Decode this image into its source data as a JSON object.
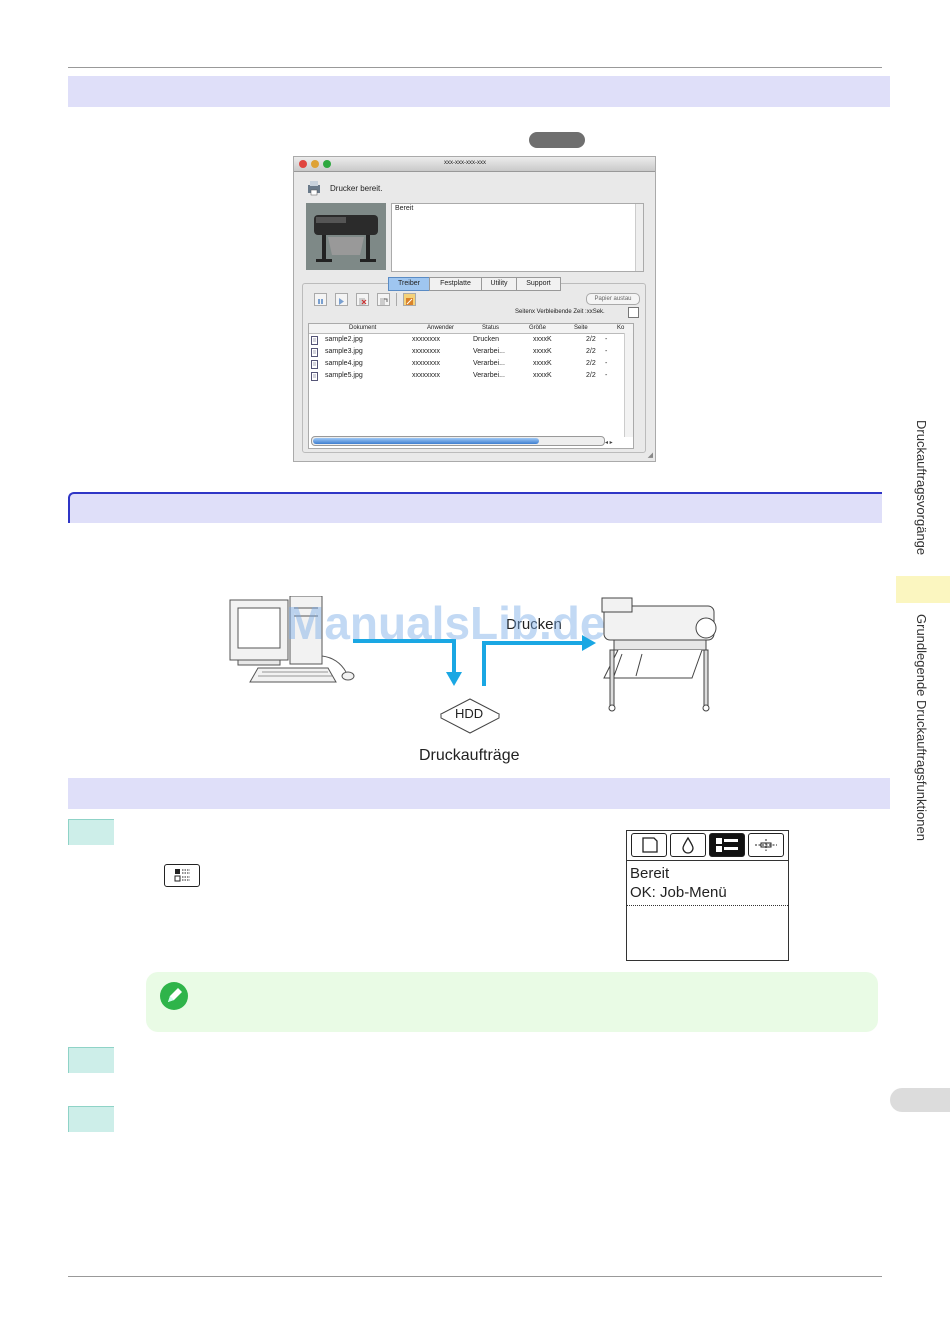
{
  "dialog": {
    "window_title": "xxx-xxx-xxx-xxx",
    "status": "Drucker bereit.",
    "message": "Bereit",
    "tabs": [
      "Treiber",
      "Festplatte",
      "Utility",
      "Support"
    ],
    "paper_button": "Papier austau",
    "remaining": "Seitenx Verbleibende Zeit :xxSek.",
    "columns": [
      "Dokument",
      "Anwender",
      "Status",
      "Größe",
      "Seite",
      "Ko"
    ],
    "rows": [
      [
        "sample2.jpg",
        "xxxxxxxx",
        "Drucken",
        "xxxxK",
        "2/2",
        "-"
      ],
      [
        "sample3.jpg",
        "xxxxxxxx",
        "Verarbei...",
        "xxxxK",
        "2/2",
        "-"
      ],
      [
        "sample4.jpg",
        "xxxxxxxx",
        "Verarbei...",
        "xxxxK",
        "2/2",
        "-"
      ],
      [
        "sample5.jpg",
        "xxxxxxxx",
        "Verarbei...",
        "xxxxK",
        "2/2",
        "-"
      ]
    ]
  },
  "diagram": {
    "print_label": "Drucken",
    "hdd_label": "HDD",
    "jobs_label": "Druckaufträge",
    "watermark": "ManualsLib.de"
  },
  "panel": {
    "line1": "Bereit",
    "line2": "OK: Job-Menü"
  },
  "sidebar": {
    "label1": "Druckauftragsvorgänge",
    "label2": "Grundlegende Druckauftragsfunktionen"
  },
  "colors": {
    "band": "#dfdff9",
    "arrow": "#1aa7e3",
    "note_bg": "#e9fbe5",
    "step_marker": "#cdeee9",
    "side_tab": "#fbf6c0"
  }
}
